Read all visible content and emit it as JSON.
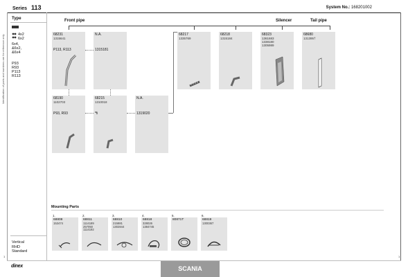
{
  "header": {
    "series_label": "Series",
    "series_no": "113",
    "system_label": "System No.:",
    "system_no": "168201002"
  },
  "sidebar": {
    "vertical_text": "Identification of parts and numbers are for reference only",
    "type_title": "Type",
    "axles": "4x2\n6x2",
    "type_lines": [
      "6x4,",
      "&6x2,",
      "&6x4",
      "",
      "P93",
      "R93",
      "P113",
      "R113"
    ],
    "bottom_lines": [
      "Vertical",
      "RHD",
      "Standard"
    ]
  },
  "groups": {
    "front_pipe": "Front pipe",
    "silencer": "Silencer",
    "tail_pipe": "Tail pipe"
  },
  "parts": [
    {
      "no": "68231",
      "ref": "1315641",
      "app": "P113, R113"
    },
    {
      "no": "N.A.",
      "ref": "",
      "app": "1315181"
    },
    {
      "no": "68217",
      "ref": "1335769",
      "app": ""
    },
    {
      "no": "68218",
      "ref": "1315184",
      "app": ""
    },
    {
      "no": "68323",
      "ref": "1361683\n1338180\n1305989",
      "app": ""
    },
    {
      "no": "68680",
      "ref": "131395†",
      "app": ""
    },
    {
      "no": "68190",
      "ref": "1102703",
      "app": "P93, R93"
    },
    {
      "no": "68215",
      "ref": "1310018",
      "app": ""
    },
    {
      "no": "N.A.",
      "ref": "",
      "app": "1319020"
    }
  ],
  "mounting": {
    "title": "Mounting Parts",
    "items": [
      {
        "idx": "1.",
        "no": "68808",
        "ref": "153474"
      },
      {
        "idx": "2.",
        "no": "68811",
        "ref": "1114189\n257050\n1114192"
      },
      {
        "idx": "3.",
        "no": "68810",
        "ref": "215881\n1302844"
      },
      {
        "idx": "4.",
        "no": "68818",
        "ref": "328026\n1384745"
      },
      {
        "idx": "5.",
        "no": "80871T",
        "ref": ""
      },
      {
        "idx": "6.",
        "no": "68819",
        "ref": "1300367"
      }
    ]
  },
  "footer": {
    "logo": "dinex",
    "brand": "SCANIA",
    "page_left": "1",
    "page_right": "1"
  }
}
